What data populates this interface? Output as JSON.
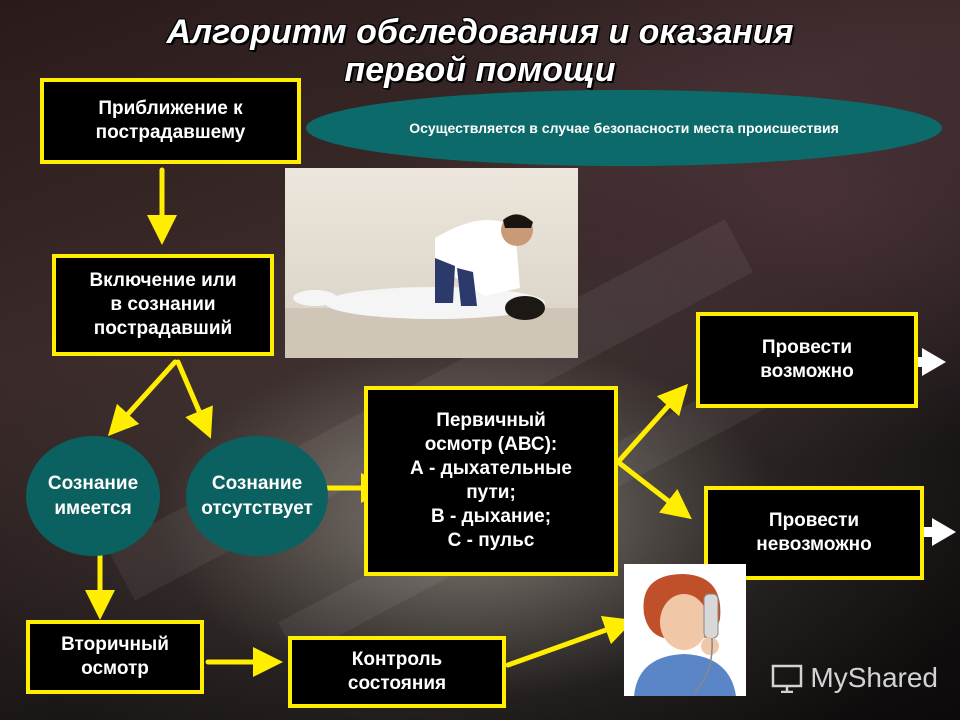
{
  "title": {
    "line1": "Алгоритм обследования и оказания",
    "line2": "первой помощи"
  },
  "boxes": {
    "approach": "Приближение к\nпострадавшему",
    "consciousness_check": "Включение или\nв сознании\nпострадавший",
    "primary_exam": "Первичный\nосмотр (АВС):\nА - дыхательные\nпути;\nВ - дыхание;\nС - пульс",
    "possible": "Провести\nвозможно",
    "impossible": "Провести\nневозможно",
    "secondary_exam": "Вторичный\nосмотр",
    "monitoring": "Контроль\nсостояния"
  },
  "ovals": {
    "safety_note": "Осуществляется в случае безопасности места происшествия",
    "conscious": "Сознание\nимеется",
    "unconscious": "Сознание\nотсутствует"
  },
  "watermark": "MyShared",
  "colors": {
    "box_border": "#ffee00",
    "arrow": "#ffee00",
    "oval_fill": "#0b6060",
    "white_arrow": "#ffffff"
  }
}
